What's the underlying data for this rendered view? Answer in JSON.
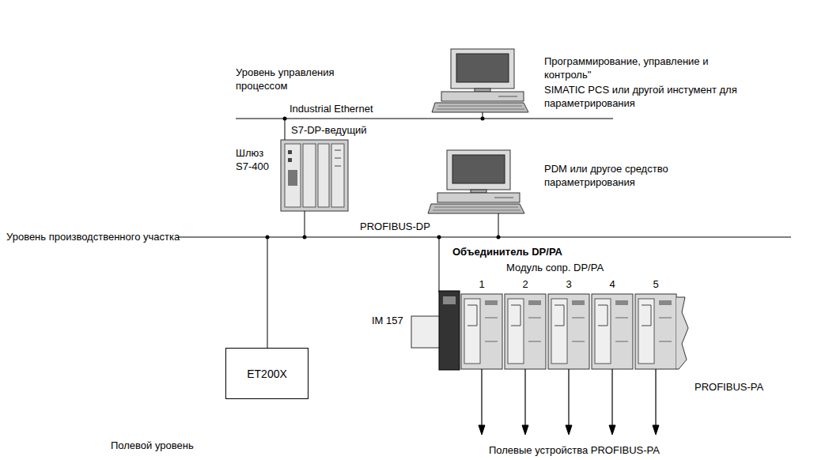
{
  "diagram": {
    "nodes": [
      {
        "text": [
          "ET200X"
        ]
      }
    ],
    "labels": [
      "Программирование, управление и контроль\"",
      "SIMATIC PCS или другой инстумент для параметрирования",
      "Уровень управления процессом",
      "Industrial Ethernet",
      "S7-DP-ведущий",
      "Шлюз S7-400",
      "PDM или другое средство параметрирования",
      "Уровень производственного участка",
      "PROFIBUS-DP",
      "Объединитель DP/PA",
      "Модуль сопр. DP/PA",
      "1",
      "2",
      "3",
      "4",
      "5",
      "IM 157",
      "PROFIBUS-PA",
      "Полевой уровень",
      "Полевые устройства PROFIBUS-PA"
    ]
  }
}
